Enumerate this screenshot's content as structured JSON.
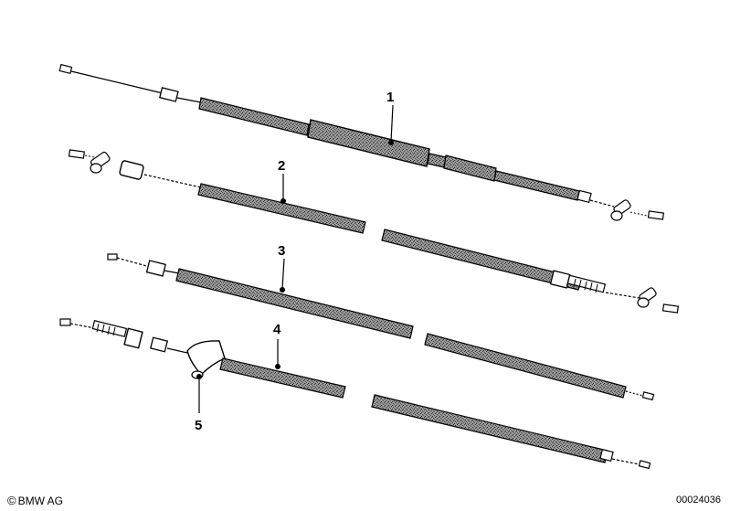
{
  "diagram": {
    "callouts": [
      "1",
      "2",
      "3",
      "4",
      "5"
    ]
  },
  "footer": {
    "copyright_symbol": "©",
    "copyright_text": "BMW AG",
    "reference_number": "00024036"
  },
  "colors": {
    "line": "#000000",
    "sheath_fill": "#8c8c8c",
    "background": "#ffffff"
  }
}
